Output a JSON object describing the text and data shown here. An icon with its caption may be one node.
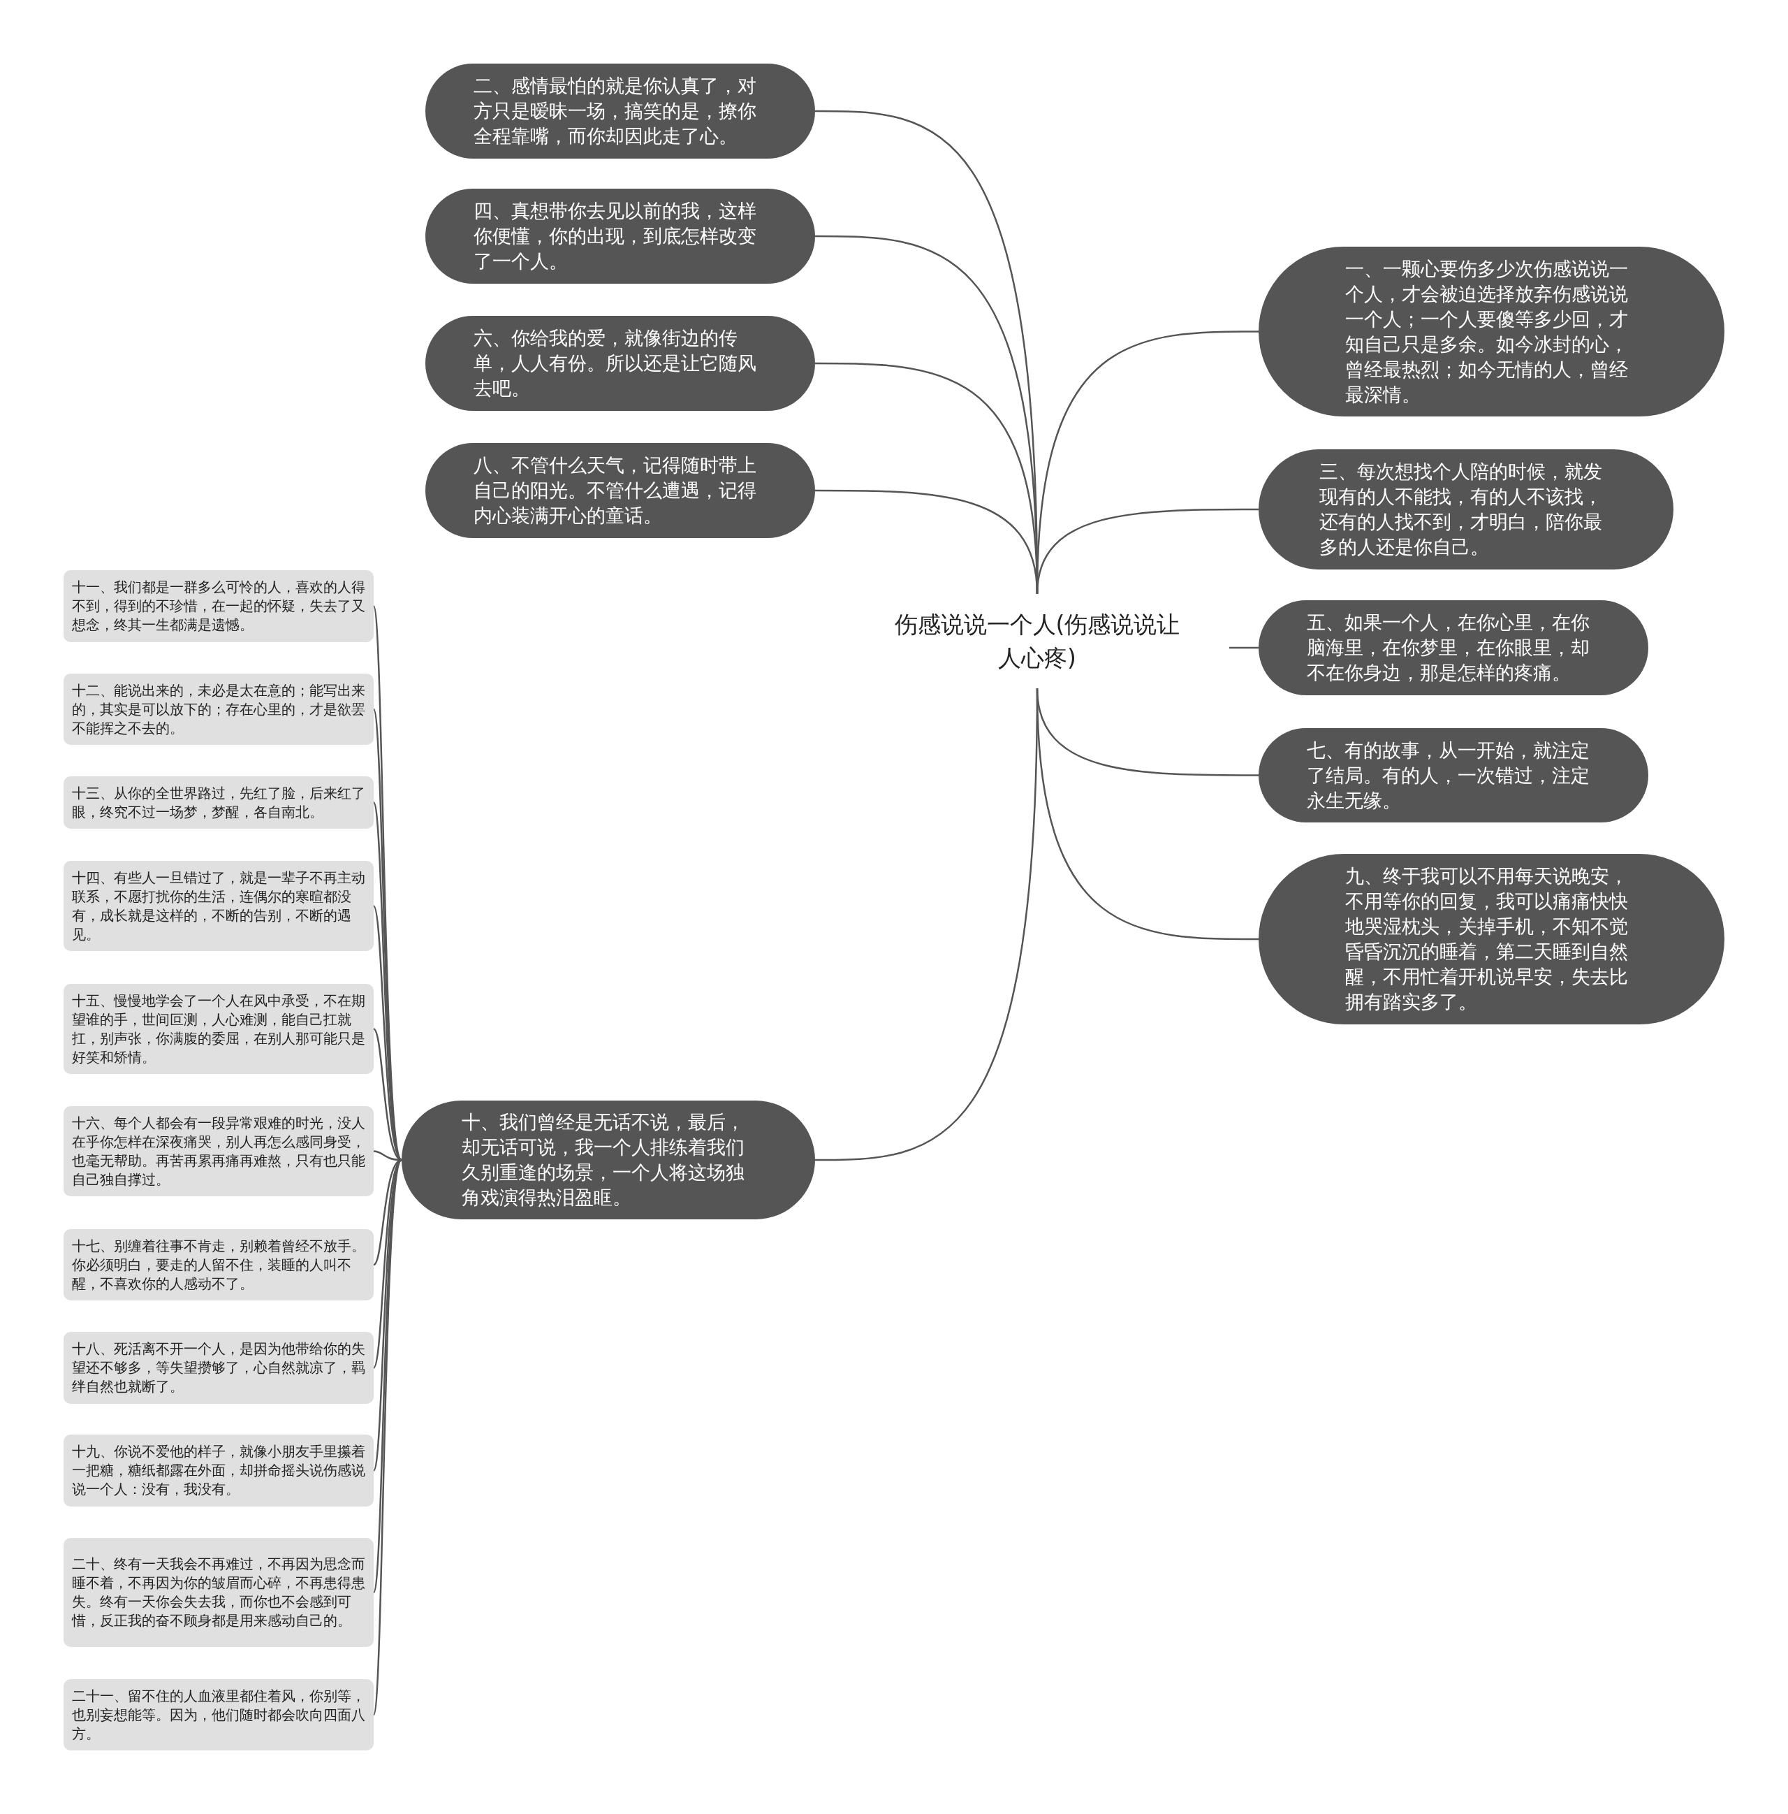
{
  "diagram": {
    "nodes": [
      {
        "text": [
          "伤感说说一个人(伤感说说让人心疼)"
        ]
      },
      {
        "text": [
          "二、感情最怕的就是你认真了，对方只是暧昧一场，搞笑的是，撩你全程靠嘴，而你却因此走了心。"
        ]
      },
      {
        "text": [
          "四、真想带你去见以前的我，这样你便懂，你的出现，到底怎样改变了一个人。"
        ]
      },
      {
        "text": [
          "六、你给我的爱，就像街边的传单，人人有份。所以还是让它随风去吧。"
        ]
      },
      {
        "text": [
          "八、不管什么天气，记得随时带上自己的阳光。不管什么遭遇，记得内心装满开心的童话。"
        ]
      },
      {
        "text": [
          "一、一颗心要伤多少次伤感说说一个人，才会被迫选择放弃伤感说说一个人；一个人要傻等多少回，才知自己只是多余。如今冰封的心，曾经最热烈；如今无情的人，曾经最深情。"
        ]
      },
      {
        "text": [
          "三、每次想找个人陪的时候，就发现有的人不能找，有的人不该找，还有的人找不到，才明白，陪你最多的人还是你自己。"
        ]
      },
      {
        "text": [
          "五、如果一个人，在你心里，在你脑海里，在你梦里，在你眼里，却不在你身边，那是怎样的疼痛。"
        ]
      },
      {
        "text": [
          "七、有的故事，从一开始，就注定了结局。有的人，一次错过，注定永生无缘。"
        ]
      },
      {
        "text": [
          "九、终于我可以不用每天说晚安，不用等你的回复，我可以痛痛快快地哭湿枕头，关掉手机，不知不觉昏昏沉沉的睡着，第二天睡到自然醒，不用忙着开机说早安，失去比拥有踏实多了。"
        ]
      },
      {
        "text": [
          "十、我们曾经是无话不说，最后，却无话可说，我一个人排练着我们久别重逢的场景，一个人将这场独角戏演得热泪盈眶。"
        ]
      },
      {
        "text": [
          "十一、我们都是一群多么可怜的人，喜欢的人得不到，得到的不珍惜，在一起的怀疑，失去了又想念，终其一生都满是遗憾。"
        ]
      },
      {
        "text": [
          "十二、能说出来的，未必是太在意的；能写出来的，其实是可以放下的；存在心里的，才是欲罢不能挥之不去的。"
        ]
      },
      {
        "text": [
          "十三、从你的全世界路过，先红了脸，后来红了眼，终究不过一场梦，梦醒，各自南北。"
        ]
      },
      {
        "text": [
          "十四、有些人一旦错过了，就是一辈子不再主动联系，不愿打扰你的生活，连偶尔的寒暄都没有，成长就是这样的，不断的告别，不断的遇见。"
        ]
      },
      {
        "text": [
          "十五、慢慢地学会了一个人在风中承受，不在期望谁的手，世间叵测，人心难测，能自己扛就扛，别声张，你满腹的委屈，在别人那可能只是好笑和矫情。"
        ]
      },
      {
        "text": [
          "十六、每个人都会有一段异常艰难的时光，没人在乎你怎样在深夜痛哭，别人再怎么感同身受，也毫无帮助。再苦再累再痛再难熬，只有也只能自己独自撑过。"
        ]
      },
      {
        "text": [
          "十七、别缠着往事不肯走，别赖着曾经不放手。你必须明白，要走的人留不住，装睡的人叫不醒，不喜欢你的人感动不了。"
        ]
      },
      {
        "text": [
          "十八、死活离不开一个人，是因为他带给你的失望还不够多，等失望攒够了，心自然就凉了，羁绊自然也就断了。"
        ]
      },
      {
        "text": [
          "十九、你说不爱他的样子，就像小朋友手里攥着一把糖，糖纸都露在外面，却拼命摇头说伤感说说一个人：没有，我没有。"
        ]
      },
      {
        "text": [
          "二十、终有一天我会不再难过，不再因为思念而睡不着，不再因为你的皱眉而心碎，不再患得患失。终有一天你会失去我，而你也不会感到可惜，反正我的奋不顾身都是用来感动自己的。"
        ]
      },
      {
        "text": [
          "二十一、留不住的人血液里都住着风，你别等，也别妄想能等。因为，他们随时都会吹向四面八方。"
        ]
      }
    ],
    "edges": [
      {
        "from": 0,
        "to": 1,
        "arrow": "none"
      },
      {
        "from": 0,
        "to": 2,
        "arrow": "none"
      },
      {
        "from": 0,
        "to": 3,
        "arrow": "none"
      },
      {
        "from": 0,
        "to": 4,
        "arrow": "none"
      },
      {
        "from": 0,
        "to": 5,
        "arrow": "none"
      },
      {
        "from": 0,
        "to": 6,
        "arrow": "none"
      },
      {
        "from": 0,
        "to": 7,
        "arrow": "none"
      },
      {
        "from": 0,
        "to": 8,
        "arrow": "none"
      },
      {
        "from": 0,
        "to": 9,
        "arrow": "none"
      },
      {
        "from": 0,
        "to": 10,
        "arrow": "none"
      },
      {
        "from": 10,
        "to": 11,
        "arrow": "none"
      },
      {
        "from": 10,
        "to": 12,
        "arrow": "none"
      },
      {
        "from": 10,
        "to": 13,
        "arrow": "none"
      },
      {
        "from": 10,
        "to": 14,
        "arrow": "none"
      },
      {
        "from": 10,
        "to": 15,
        "arrow": "none"
      },
      {
        "from": 10,
        "to": 16,
        "arrow": "none"
      },
      {
        "from": 10,
        "to": 17,
        "arrow": "none"
      },
      {
        "from": 10,
        "to": 18,
        "arrow": "none"
      },
      {
        "from": 10,
        "to": 19,
        "arrow": "none"
      },
      {
        "from": 10,
        "to": 20,
        "arrow": "none"
      },
      {
        "from": 10,
        "to": 21,
        "arrow": "none"
      }
    ]
  }
}
